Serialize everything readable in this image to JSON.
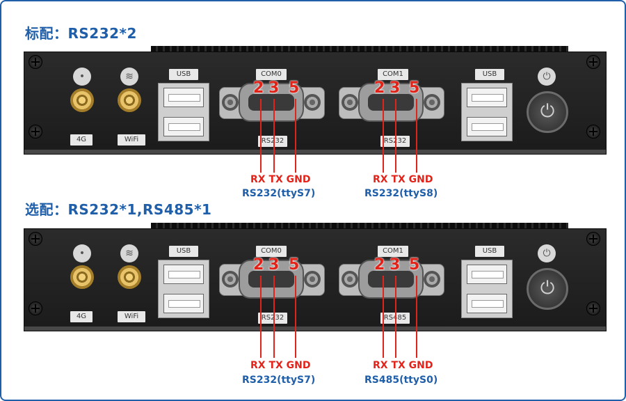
{
  "sections": [
    {
      "heading": "标配：RS232*2",
      "com0": {
        "label": "COM0",
        "type": "RS232",
        "signals": "RX TX GND",
        "port": "RS232(ttyS7)"
      },
      "com1": {
        "label": "COM1",
        "type": "RS232",
        "signals": "RX TX GND",
        "port": "RS232(ttyS8)"
      }
    },
    {
      "heading": "选配：RS232*1,RS485*1",
      "com0": {
        "label": "COM0",
        "type": "RS232",
        "signals": "RX TX GND",
        "port": "RS232(ttyS7)"
      },
      "com1": {
        "label": "COM1",
        "type": "RS485",
        "signals": "RX TX GND",
        "port": "RS485(ttyS0)"
      }
    }
  ],
  "panel": {
    "usb_label": "USB",
    "tag_4g": "4G",
    "tag_wifi": "WiFi",
    "pins": [
      "2",
      "3",
      "5"
    ]
  },
  "colors": {
    "accent": "#1f5ea8",
    "pin_red": "#e2231a"
  },
  "icons": [
    "wifi-icon",
    "signal-icon",
    "power-icon"
  ]
}
